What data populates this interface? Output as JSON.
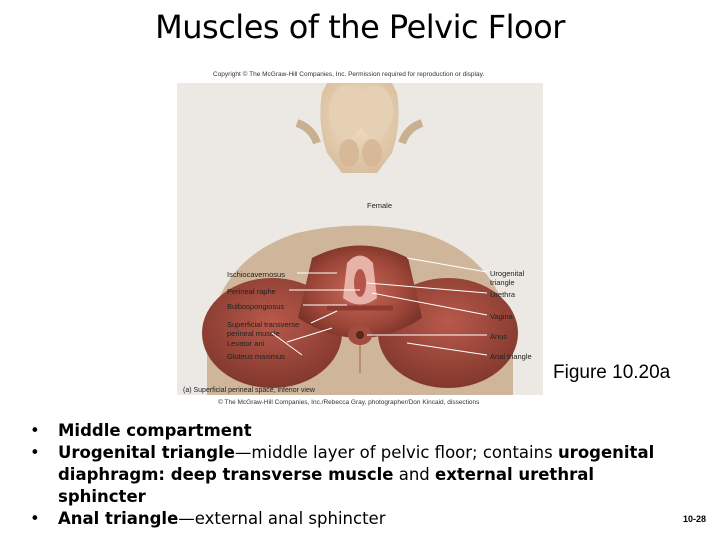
{
  "slide": {
    "title": "Muscles of the Pelvic Floor",
    "copyright": "Copyright © The McGraw-Hill Companies, Inc. Permission required for reproduction or display.",
    "figure_ref": "Figure 10.20a",
    "page_number": "10-28"
  },
  "figure": {
    "center_label": "Female",
    "left_labels": [
      "Ischiocavernosus",
      "Perineal raphe",
      "Bulbospongiosus",
      "Superficial transverse perineal muscle",
      "Levator ani",
      "Gluteus maximus"
    ],
    "right_labels": [
      "Urogenital triangle",
      "Urethra",
      "Vagina",
      "Anus",
      "Anal triangle"
    ],
    "caption": "(a) Superficial perineal space, inferior view",
    "credit": "© The McGraw-Hill Companies, Inc./Rebecca Gray, photographer/Don Kincaid, dissections"
  },
  "bullets": {
    "b1": {
      "bold": "Middle compartment"
    },
    "b2": {
      "bold": "Urogenital triangle",
      "text1": "—middle layer of pelvic floor; contains ",
      "bold2": "urogenital diaphragm: deep transverse muscle",
      "text2": " and ",
      "bold3": "external urethral sphincter"
    },
    "b3": {
      "bold": "Anal triangle",
      "text1": "—external anal sphincter"
    }
  }
}
